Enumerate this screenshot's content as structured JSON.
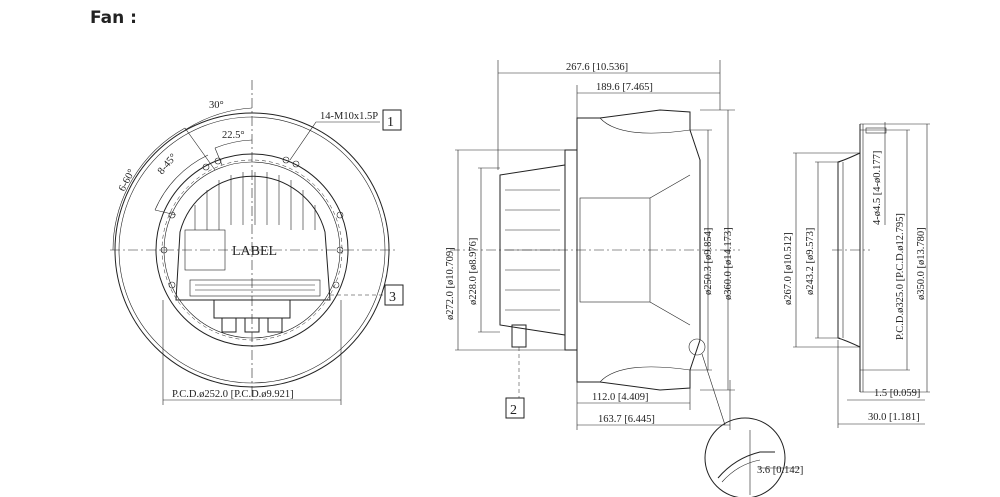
{
  "title": "Fan :",
  "front_view": {
    "angle_30": "30°",
    "angle_22_5": "22.5°",
    "angle_8_45": "8-45°",
    "angle_6_60": "6-60°",
    "thread_note": "14-M10x1.5P",
    "label_text": "LABEL",
    "pcd": "P.C.D.ø252.0 [P.C.D.ø9.921]",
    "callout_1": "1",
    "callout_3": "3"
  },
  "side_view": {
    "overall_length": "267.6 [10.536]",
    "impeller_length": "189.6 [7.465]",
    "dia_272": "ø272.0 [ø10.709]",
    "dia_228": "ø228.0 [ø8.976]",
    "dia_250": "ø250.3 [ø9.854]",
    "dia_360": "ø360.0 [ø14.173]",
    "len_112": "112.0 [4.409]",
    "len_163": "163.7 [6.445]",
    "callout_2": "2",
    "detail_dim": "3.6 [0.142]"
  },
  "inlet_ring": {
    "dia_267": "ø267.0 [ø10.512]",
    "dia_243": "ø243.2 [ø9.573]",
    "holes": "4-ø4.5 [4-ø0.177]",
    "pcd": "P.C.D.ø325.0 [P.C.D.ø12.795]",
    "dia_350": "ø350.0 [ø13.780]",
    "thickness": "1.5 [0.059]",
    "depth": "30.0 [1.181]"
  }
}
